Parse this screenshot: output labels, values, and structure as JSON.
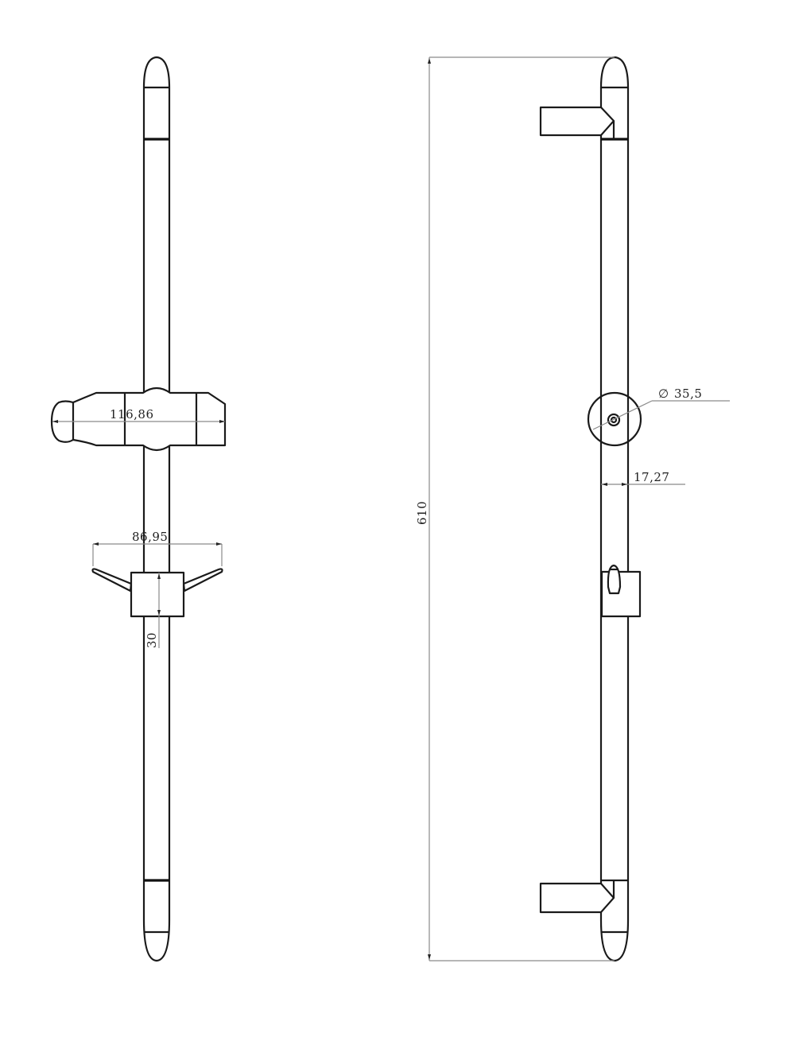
{
  "drawing": {
    "type": "technical drawing",
    "subject": "shower slide rail with sliding holder",
    "views": [
      {
        "name": "front-view",
        "description": "rail with adjustable sliding holder and hose bracket"
      },
      {
        "name": "side-view",
        "description": "rail with wall brackets, hose outlet and slider"
      }
    ],
    "colors": {
      "line": "#1a1a1a",
      "dimension": "#8a8a8a",
      "background": "#ffffff"
    }
  },
  "dimensions": {
    "holder_width": "116,86",
    "bracket_span": "86,95",
    "bracket_height": "30",
    "total_length": "610",
    "outlet_diameter_symbol": "∅",
    "outlet_diameter": "35,5",
    "rail_diameter": "17,27"
  }
}
